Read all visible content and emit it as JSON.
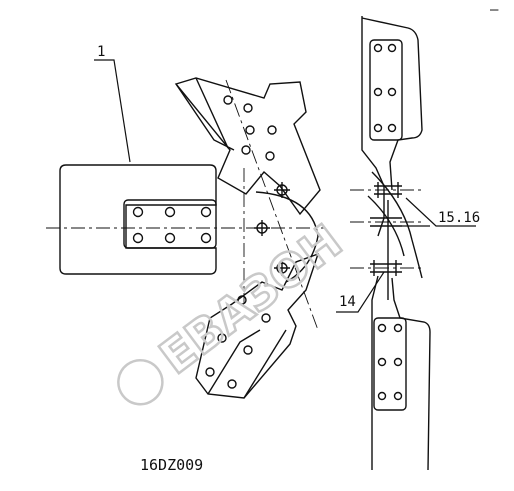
{
  "drawing": {
    "code": "16DZ009",
    "callouts": [
      {
        "id": "part-1",
        "text": "1"
      },
      {
        "id": "part-14",
        "text": "14"
      },
      {
        "id": "part-15-16",
        "text": "15.16"
      }
    ],
    "corner_mark": "—"
  },
  "watermark": {
    "text": "ЕВАЗОН"
  },
  "colors": {
    "line": "#111111",
    "watermark": "#c9c9c9",
    "background": "#ffffff"
  }
}
